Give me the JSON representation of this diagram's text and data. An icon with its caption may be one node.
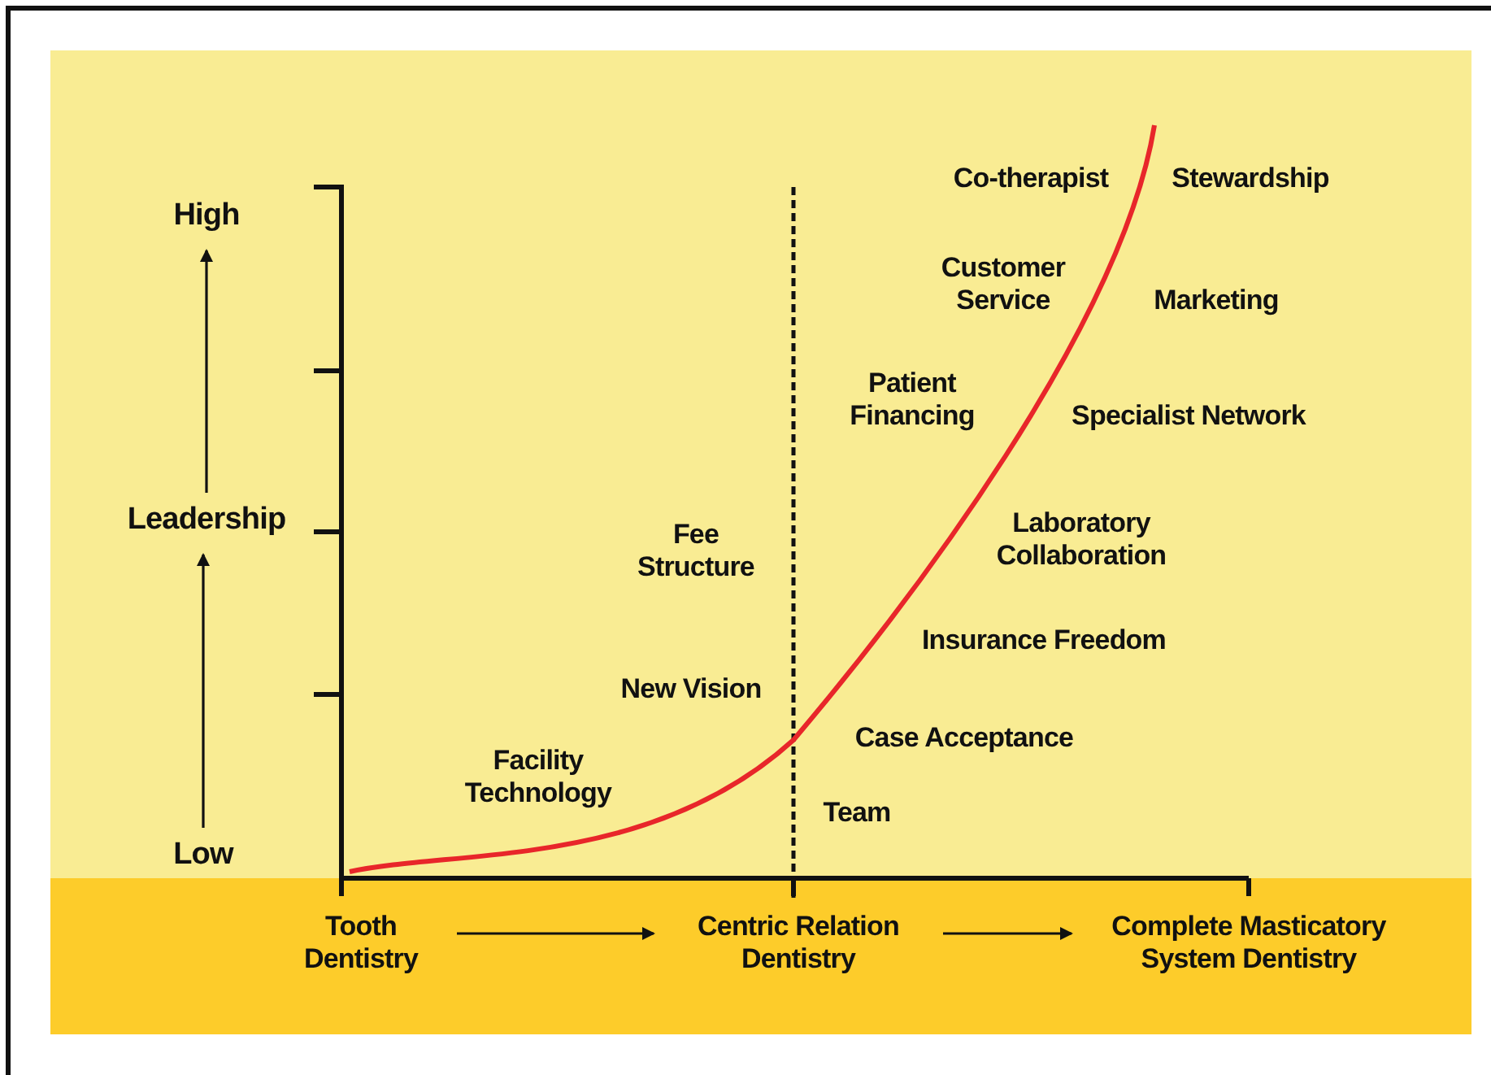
{
  "diagram": {
    "nodes": [
      {
        "text": [
          "Low"
        ]
      },
      {
        "text": [
          "Leadership"
        ]
      },
      {
        "text": [
          "High"
        ]
      },
      {
        "text": [
          "Tooth Dentistry"
        ]
      },
      {
        "text": [
          "Centric Relation Dentistry"
        ]
      },
      {
        "text": [
          "Complete Masticatory System Dentistry"
        ]
      }
    ],
    "edges": [
      {
        "from": 0,
        "to": 1,
        "arrow": "to"
      },
      {
        "from": 1,
        "to": 2,
        "arrow": "to"
      },
      {
        "from": 3,
        "to": 4,
        "arrow": "to"
      },
      {
        "from": 4,
        "to": 5,
        "arrow": "to"
      }
    ],
    "labels": [
      "Co-therapist",
      "Stewardship",
      "Customer Service",
      "Marketing",
      "Patient Financing",
      "Specialist Network",
      "Fee Structure",
      "Laboratory Collaboration",
      "Insurance Freedom",
      "New Vision",
      "Case Acceptance",
      "Facility Technology",
      "Team"
    ]
  }
}
